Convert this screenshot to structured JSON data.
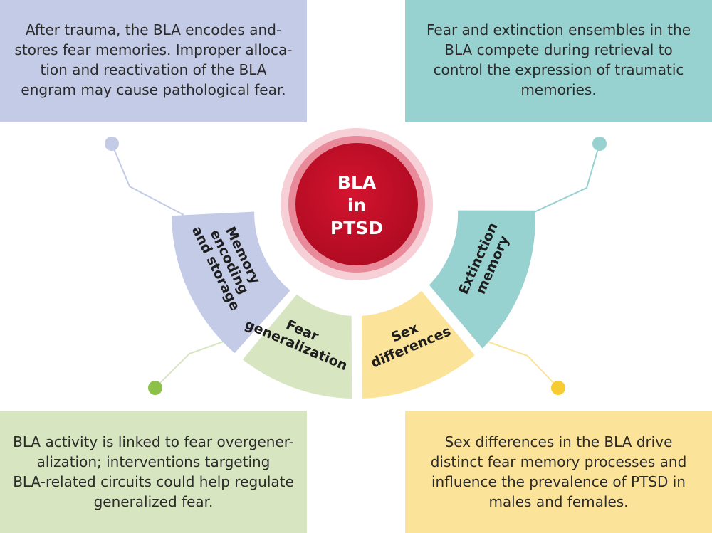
{
  "colors": {
    "memory": "#c3cbe7",
    "extinction": "#97d1d0",
    "fear": "#d7e6c0",
    "sex": "#fce39a",
    "center": "#c8102e"
  },
  "center": {
    "lines": [
      "BLA",
      "in",
      "PTSD"
    ]
  },
  "segments": {
    "memory": {
      "lines": [
        "Memory",
        "encoding",
        "and storage"
      ]
    },
    "extinction": {
      "lines": [
        "Extinction",
        "memory"
      ]
    },
    "fear": {
      "lines": [
        "Fear",
        "generalization"
      ]
    },
    "sex": {
      "lines": [
        "Sex",
        "differences"
      ]
    }
  },
  "boxes": {
    "top_left": {
      "lines": [
        "After trauma, the BLA encodes and-",
        "stores fear memories. Improper alloca-",
        "tion and reactivation of the BLA",
        "engram may cause pathological fear."
      ]
    },
    "top_right": {
      "lines": [
        "Fear and extinction ensembles in the",
        "BLA compete during retrieval to",
        "control the expression of traumatic",
        "memories."
      ]
    },
    "bottom_left": {
      "lines": [
        "BLA activity is linked to fear overgener-",
        "alization; interventions targeting",
        "BLA-related circuits could help regulate",
        "generalized fear."
      ]
    },
    "bottom_right": {
      "lines": [
        "Sex differences in the BLA drive",
        "distinct fear memory processes and",
        "influence the prevalence of PTSD in",
        "males and females."
      ]
    }
  }
}
